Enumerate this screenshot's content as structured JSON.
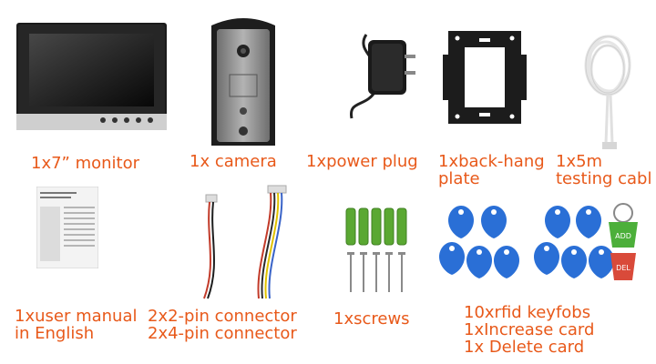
{
  "labels": {
    "monitor": "1x7” monitor",
    "camera": "1x camera",
    "power_plug": "1xpower plug",
    "back_plate_l1": "1xback-hang",
    "back_plate_l2": "plate",
    "cable_l1": "1x5m",
    "cable_l2": "testing cabl",
    "manual_l1": "1xuser manual",
    "manual_l2": "in English",
    "connector_l1": "2x2-pin connector",
    "connector_l2": "2x4-pin connector",
    "screws": "1xscrews",
    "keyfobs_l1": "10xrfid keyfobs",
    "keyfobs_l2": "1xIncrease card",
    "keyfobs_l3": "1x Delete card"
  },
  "keyfob_tags": {
    "increase": "ADD",
    "delete": "DEL"
  },
  "colors": {
    "label": "#e8591a",
    "keyfob": "#2a6fd6",
    "anchor": "#5aa832",
    "increase_card": "#4caf3a",
    "delete_card": "#d94a3a"
  }
}
